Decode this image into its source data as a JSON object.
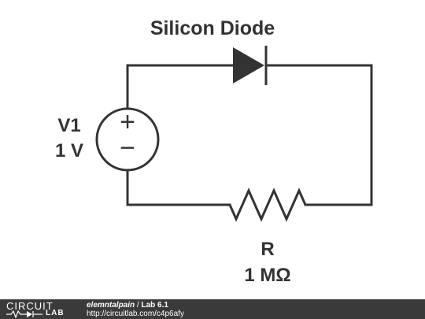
{
  "components": {
    "diode": {
      "label": "Silicon Diode",
      "icon": "diode-symbol"
    },
    "source": {
      "name": "V1",
      "value": "1 V",
      "plus": "+",
      "minus": "−",
      "icon": "voltage-source-symbol"
    },
    "resistor": {
      "name": "R",
      "value": "1 MΩ",
      "icon": "resistor-symbol"
    }
  },
  "footer": {
    "logo_word1": "CIRCUIT",
    "logo_word2": "LAB",
    "author": "elemntalpain",
    "separator": " / ",
    "title": "Lab 6.1",
    "url": "http://circuitlab.com/c4p6afy"
  },
  "colors": {
    "wire": "#333333",
    "footer_bg": "#3a3a3a",
    "text": "#333333"
  }
}
